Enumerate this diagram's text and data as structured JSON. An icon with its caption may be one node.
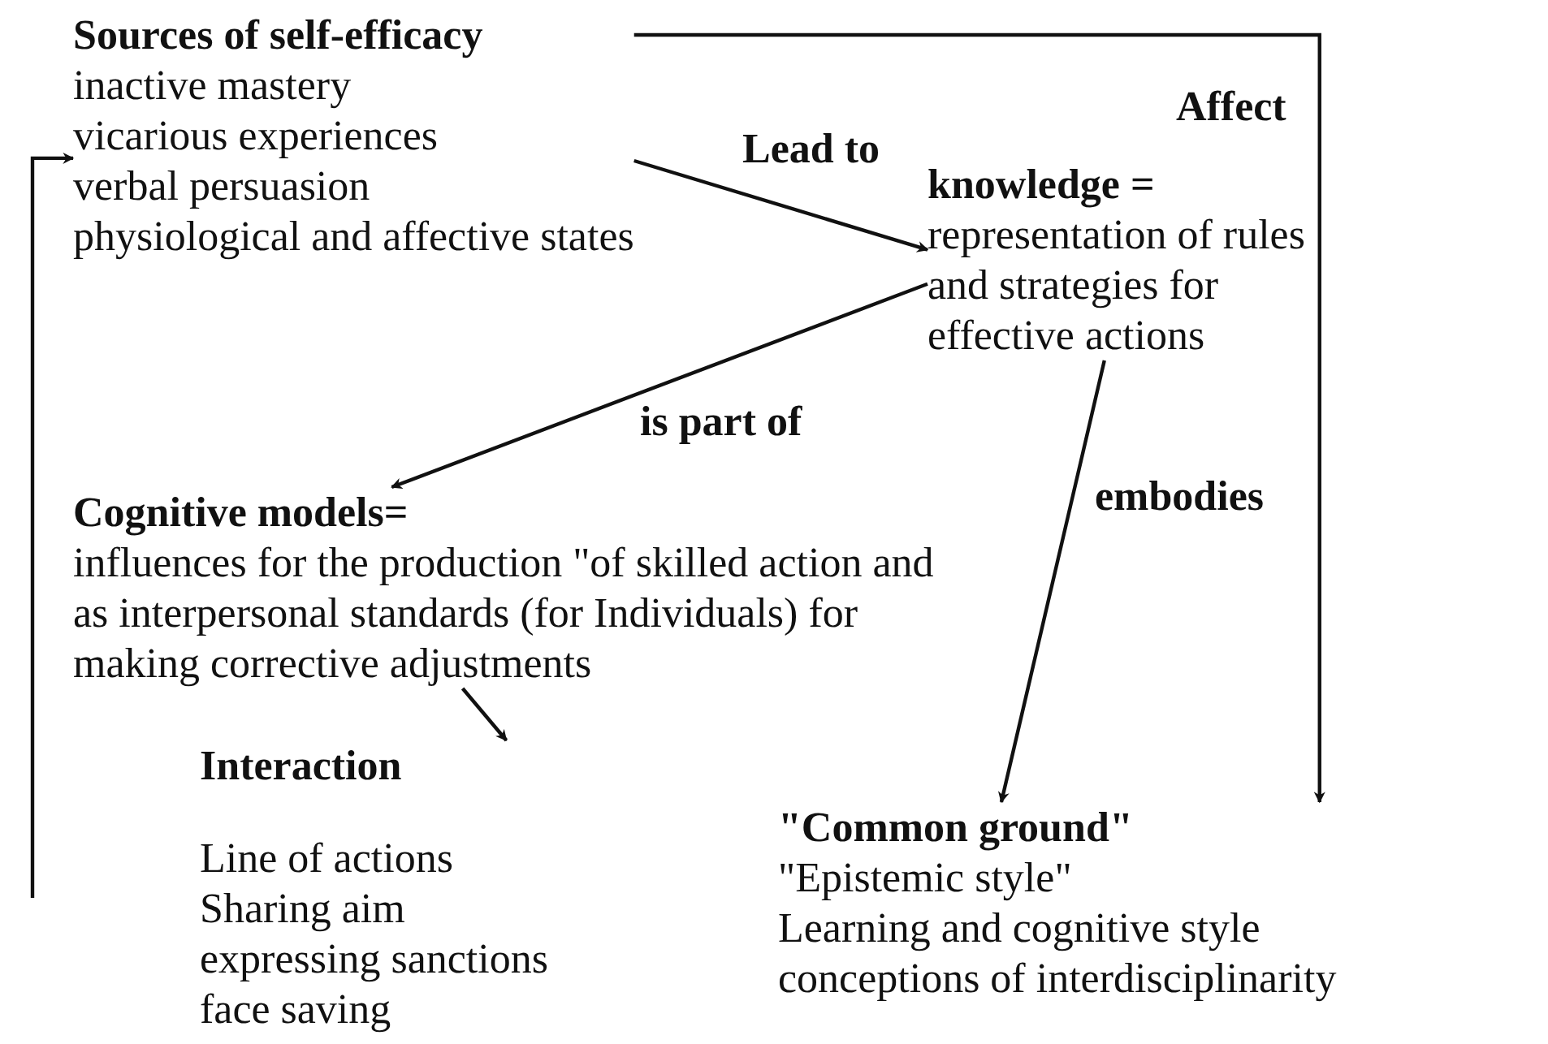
{
  "diagram": {
    "nodes": [
      {
        "text": [
          "Sources of self-efficacy",
          "inactive mastery",
          "vicarious experiences",
          "verbal persuasion",
          "physiological and affective states"
        ]
      },
      {
        "text": [
          "knowledge =",
          "representation of rules and strategies for effective actions"
        ]
      },
      {
        "text": [
          "Cognitive models=",
          "influences for the production \"of skilled action and as interpersonal standards (for Individuals) for making corrective adjustments"
        ]
      },
      {
        "text": [
          "Interaction",
          "Line of actions",
          "Sharing aim",
          "expressing sanctions",
          "face saving"
        ]
      },
      {
        "text": [
          "\"Common ground\"",
          "\"Epistemic style\"",
          "Learning and cognitive style",
          "conceptions of interdisciplinarity"
        ]
      }
    ],
    "edges": [
      {
        "from": 0,
        "to": 1,
        "arrow": "to",
        "label": "Lead to"
      },
      {
        "from": 1,
        "to": 2,
        "arrow": "to",
        "label": "is part of"
      },
      {
        "from": 1,
        "to": 4,
        "arrow": "to",
        "label": "embodies"
      },
      {
        "from": 0,
        "to": 4,
        "arrow": "to",
        "label": "Affect"
      },
      {
        "from": 2,
        "to": 3,
        "arrow": "to"
      },
      {
        "from": null,
        "to": 0,
        "arrow": "to"
      }
    ]
  }
}
